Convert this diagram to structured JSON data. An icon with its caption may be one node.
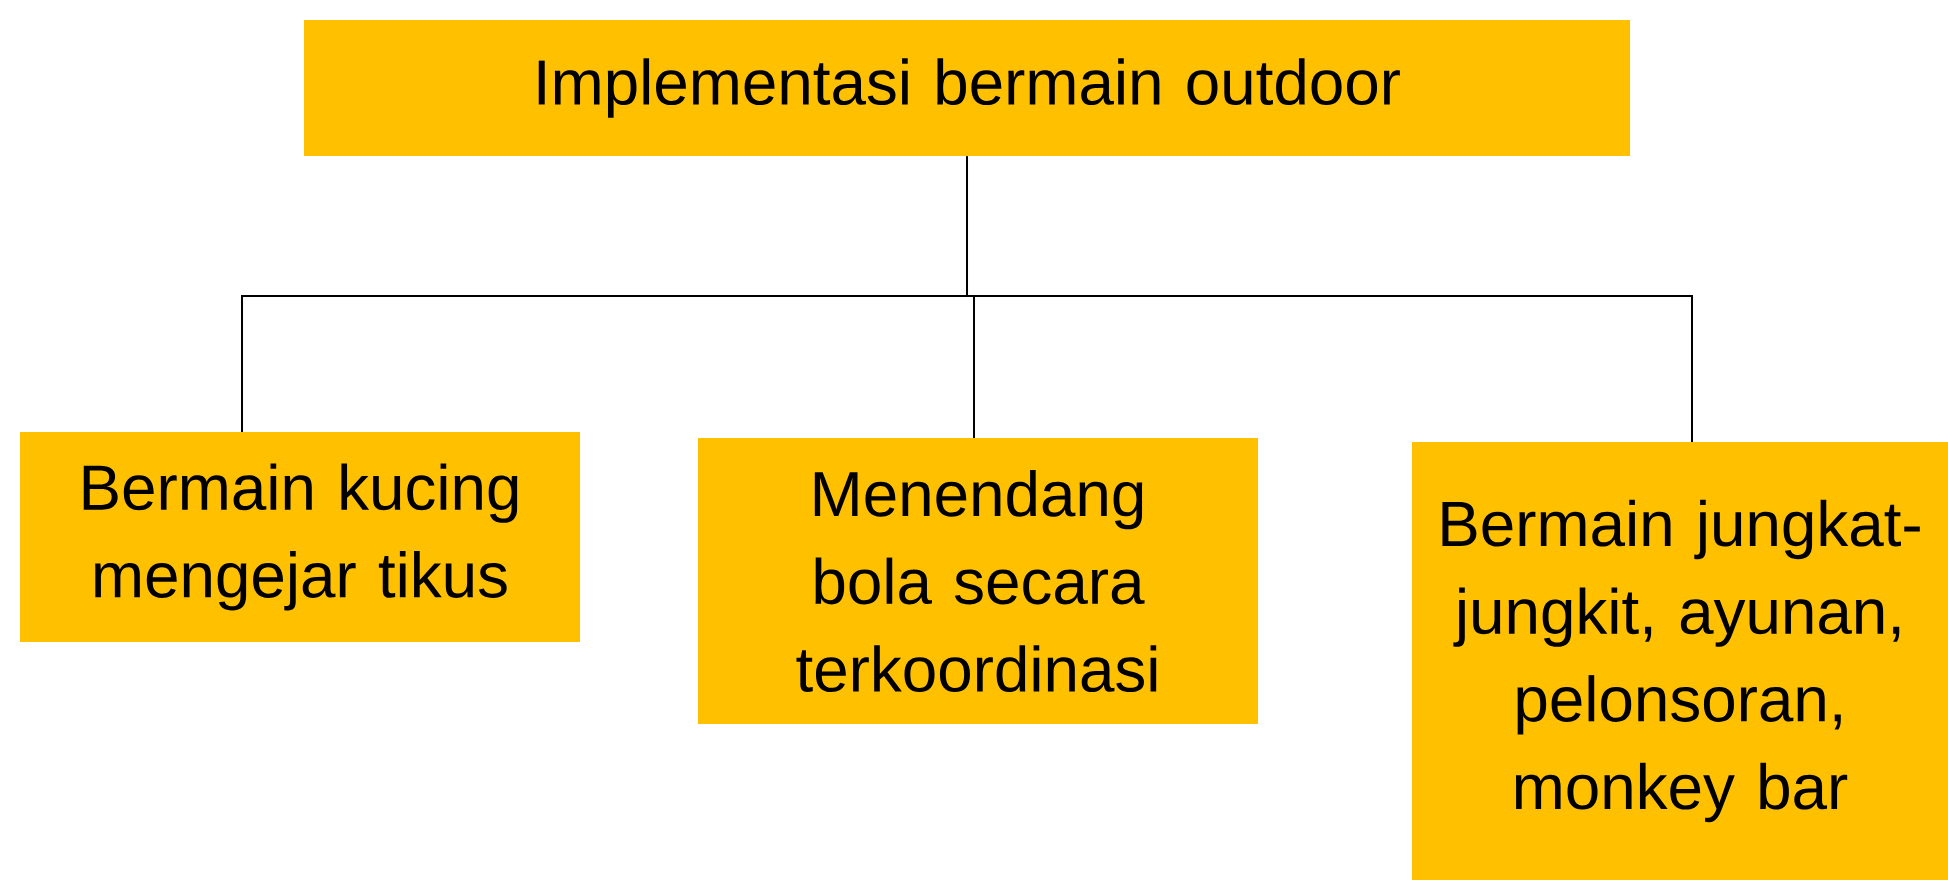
{
  "diagram": {
    "nodes": [
      {
        "text": [
          "Implementasi bermain outdoor"
        ]
      },
      {
        "text": [
          "Bermain kucing mengejar tikus"
        ]
      },
      {
        "text": [
          "Menendang bola secara terkoordinasi"
        ]
      },
      {
        "text": [
          "Bermain jungkat-jungkit, ayunan, pelonsoran, monkey bar"
        ]
      }
    ],
    "edges": [
      {
        "from": 0,
        "to": 1,
        "arrow": "none"
      },
      {
        "from": 0,
        "to": 2,
        "arrow": "none"
      },
      {
        "from": 0,
        "to": 3,
        "arrow": "none"
      }
    ]
  }
}
